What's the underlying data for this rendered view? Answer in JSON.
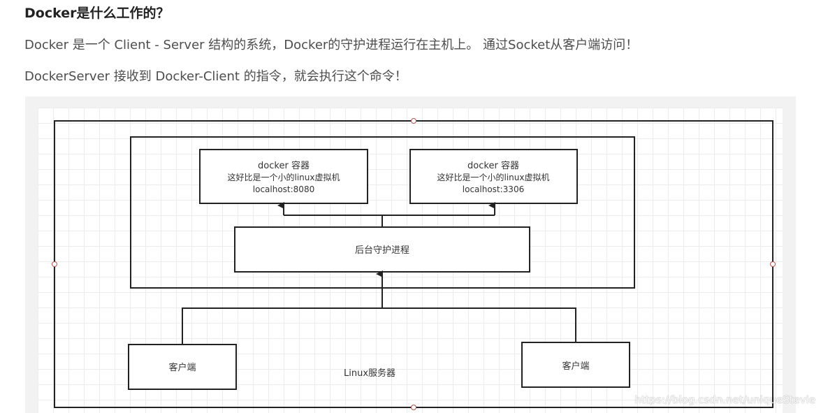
{
  "article": {
    "heading": "Docker是什么工作的？",
    "paragraph1": "Docker 是一个 Client - Server 结构的系统，Docker的守护进程运行在主机上。 通过Socket从客户端访问！",
    "paragraph2": "DockerServer 接收到 Docker-Client 的指令，就会执行这个命令！"
  },
  "diagram": {
    "container_left": {
      "title": "docker 容器",
      "desc": "这好比是一个小的linux虚拟机",
      "address": "localhost:8080"
    },
    "container_right": {
      "title": "docker 容器",
      "desc": "这好比是一个小的linux虚拟机",
      "address": "localhost:3306"
    },
    "daemon_label": "后台守护进程",
    "client_left_label": "客户端",
    "client_right_label": "客户端",
    "server_label": "Linux服务器"
  },
  "watermark": "https://blog.csdn.net/uniqueStevie"
}
